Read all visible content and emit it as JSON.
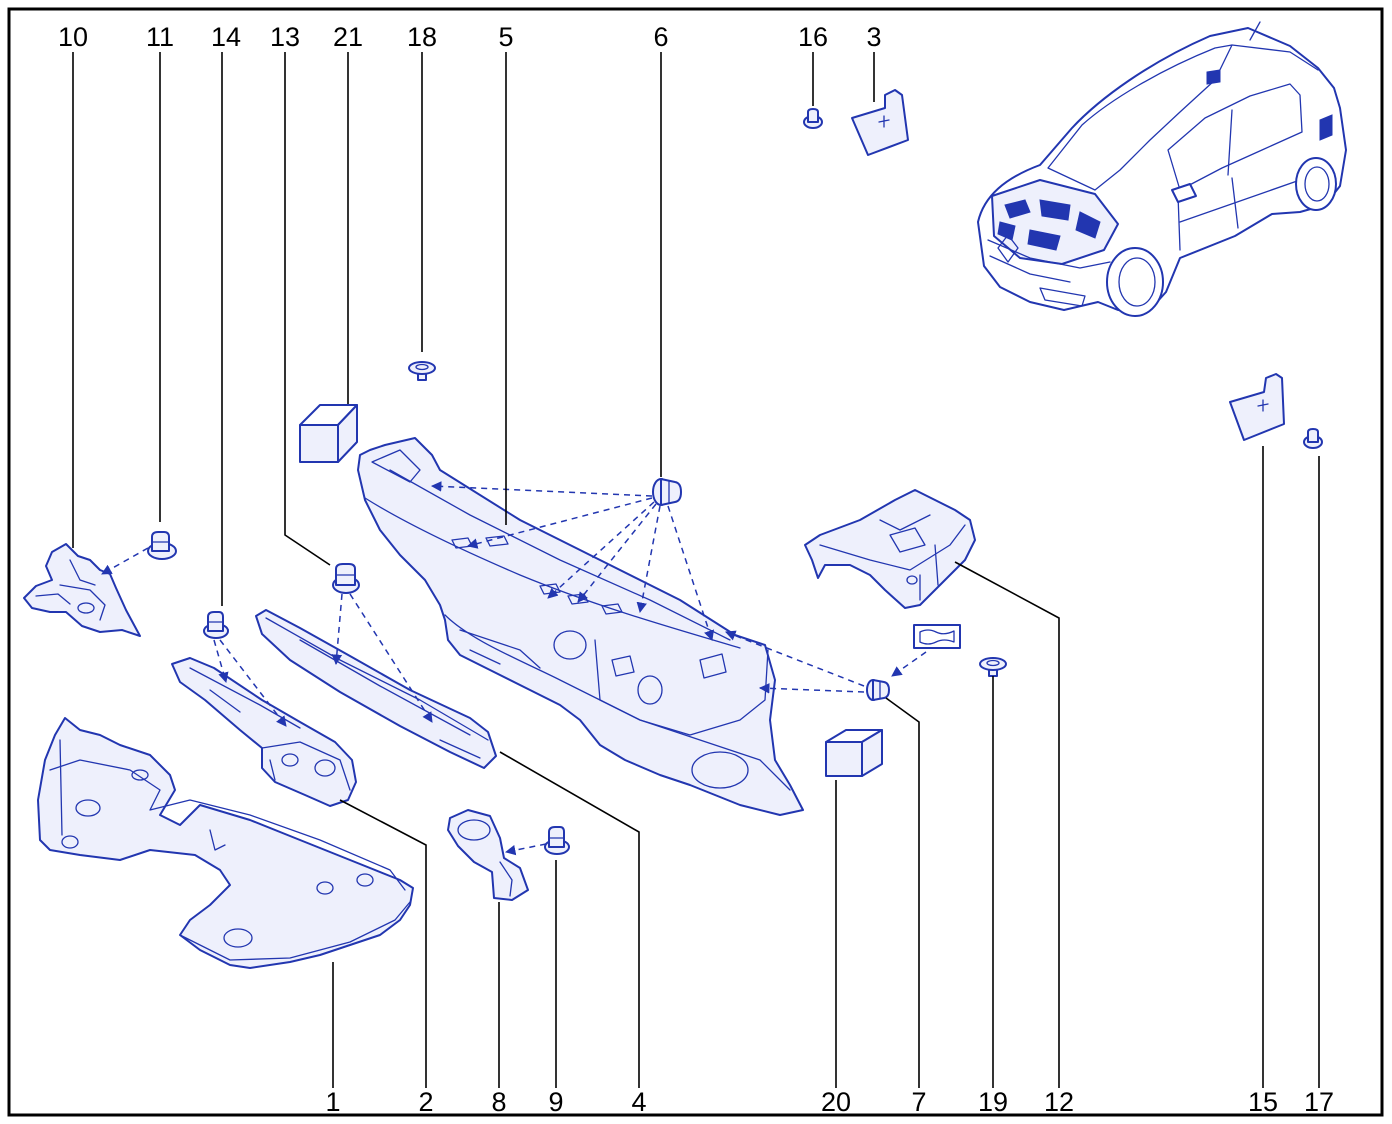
{
  "callouts": {
    "top": [
      "10",
      "11",
      "14",
      "13",
      "21",
      "18",
      "5",
      "6",
      "16",
      "3"
    ],
    "bottom": [
      "1",
      "2",
      "8",
      "9",
      "4",
      "20",
      "7",
      "19",
      "12",
      "15",
      "17"
    ]
  },
  "colors": {
    "part_stroke": "#2236b0",
    "part_fill": "#eef0fc",
    "leader": "#000000",
    "frame": "#000000"
  }
}
